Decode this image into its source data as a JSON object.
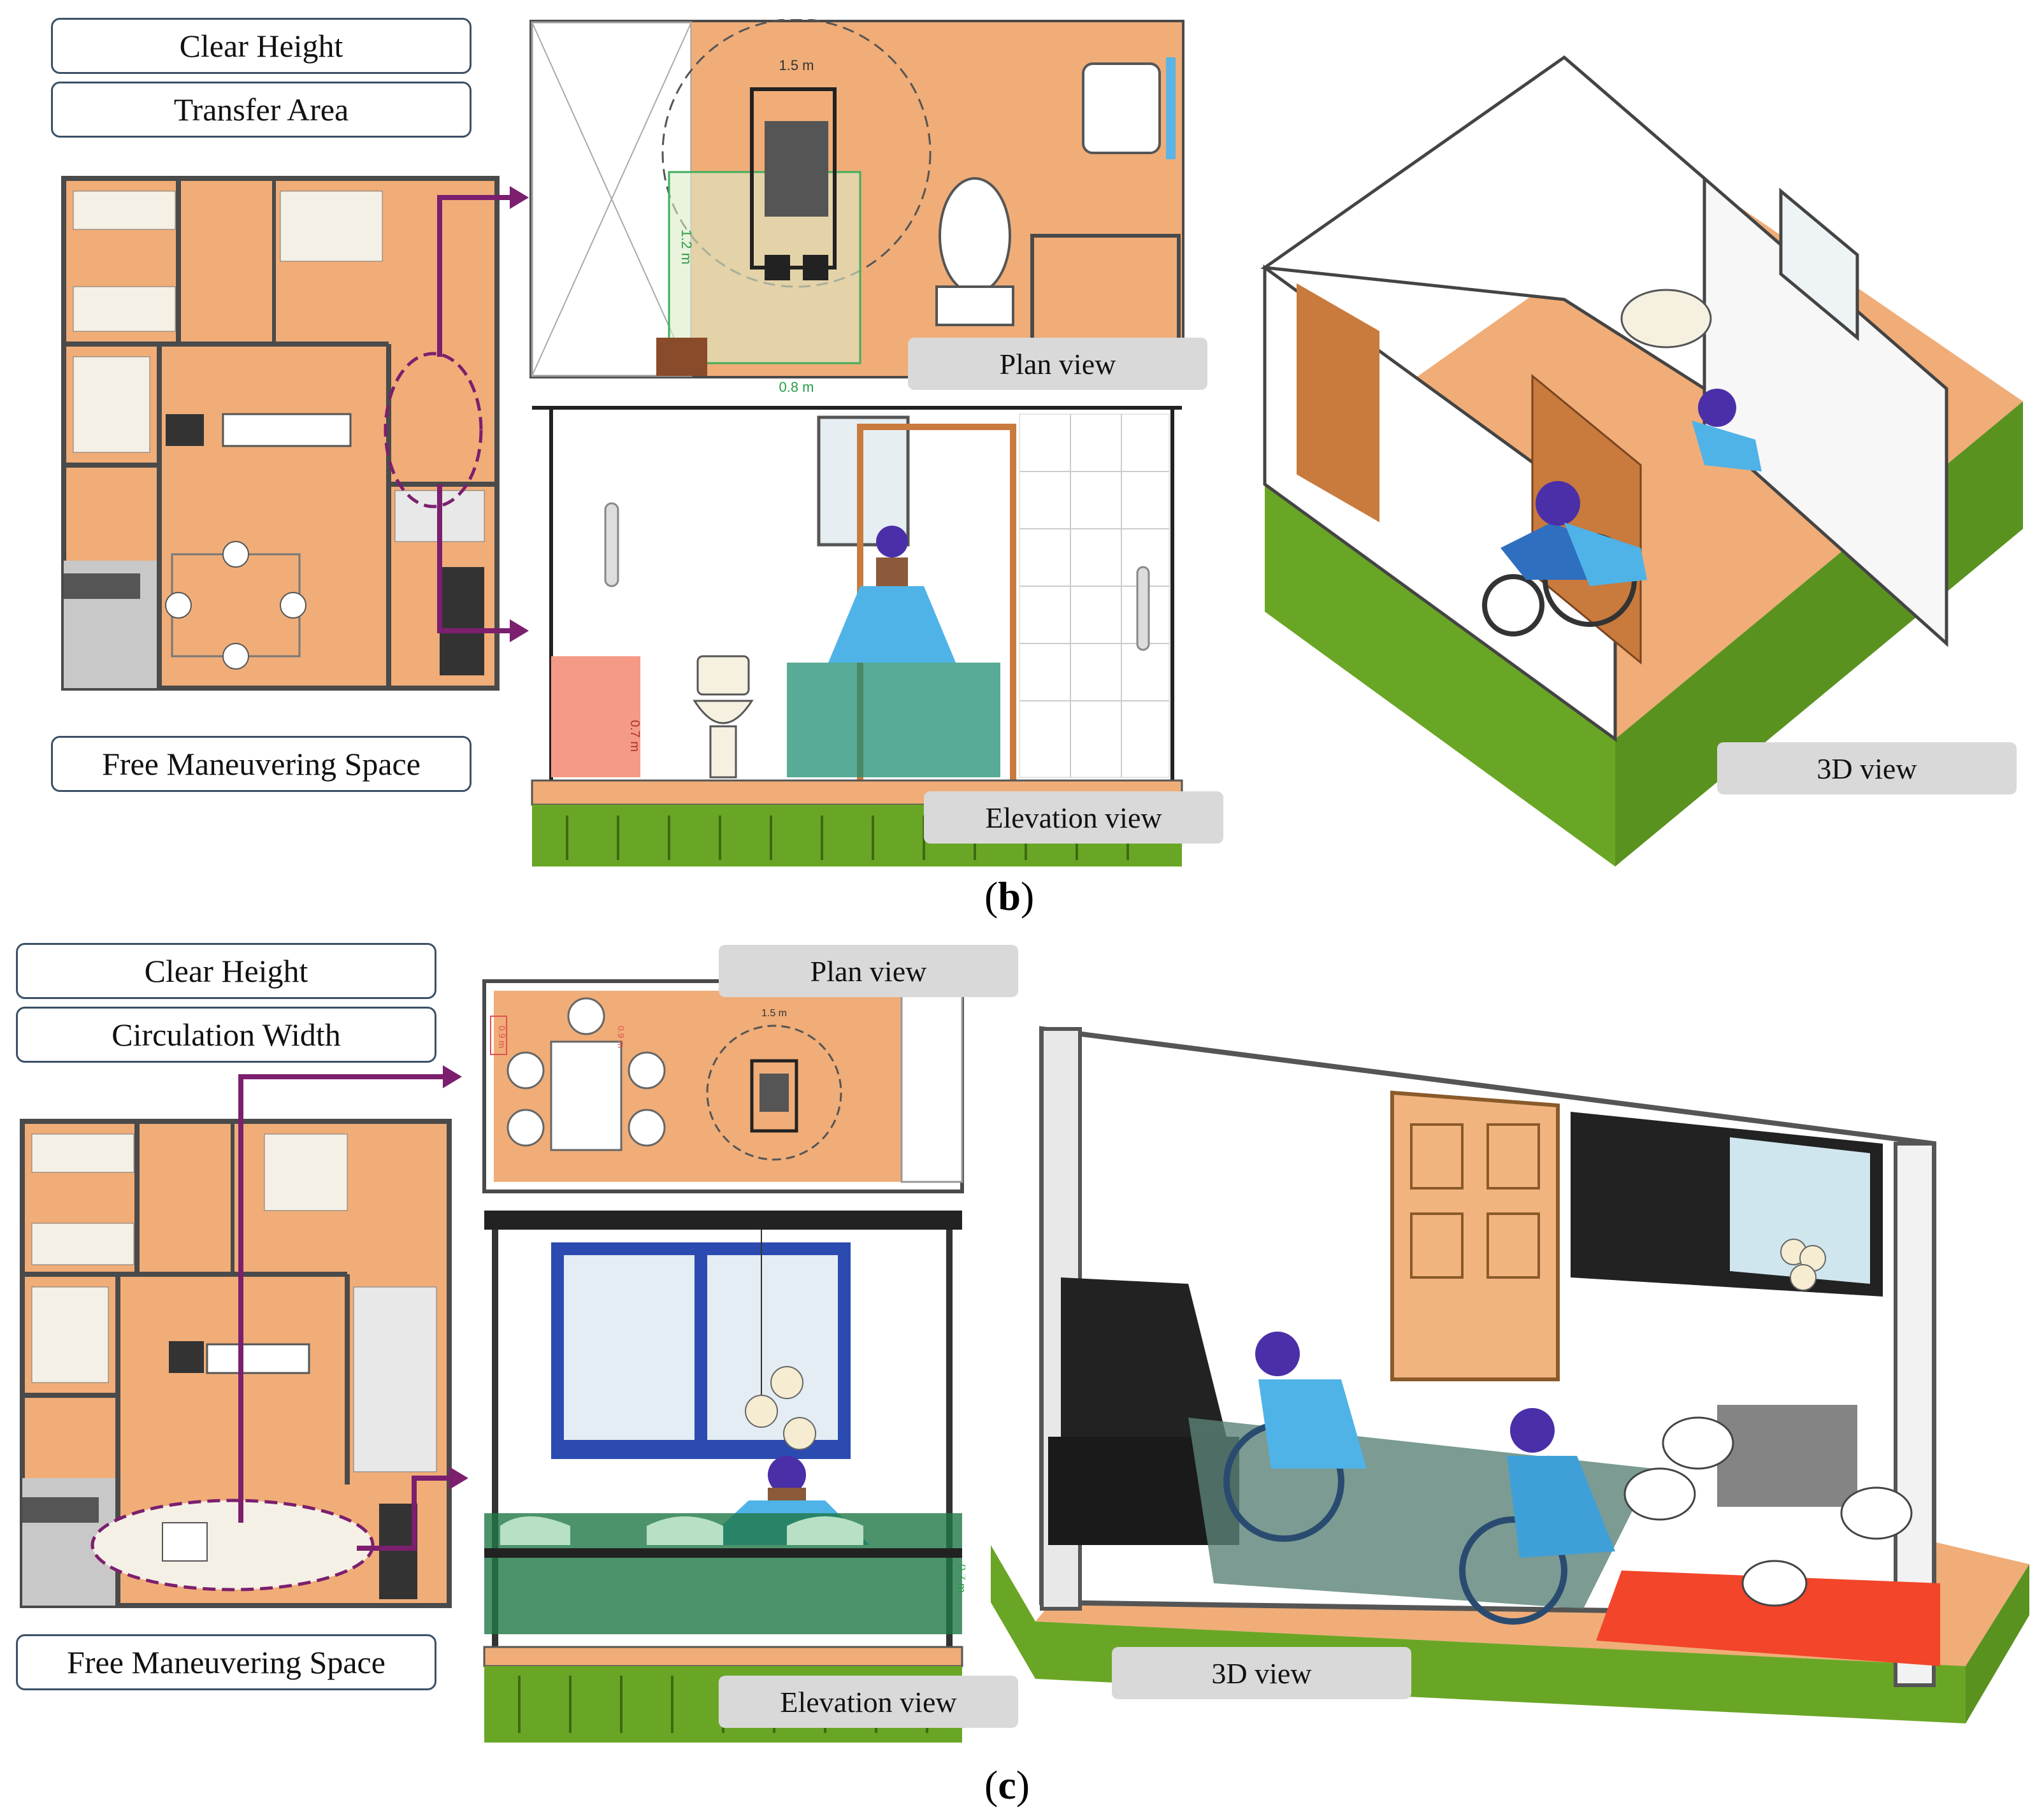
{
  "panel_b": {
    "letter_open": "(",
    "letter": "b",
    "letter_close": ")",
    "labels": {
      "clear_height": "Clear Height",
      "transfer_area": "Transfer Area",
      "free_space": "Free Maneuvering Space"
    },
    "views": {
      "plan": "Plan view",
      "elevation": "Elevation view",
      "three_d": "3D view"
    },
    "dims": {
      "turn": "1.5 m",
      "depth": "1.2 m",
      "width": "0.8 m",
      "height": "0.7 m"
    }
  },
  "panel_c": {
    "letter_open": "(",
    "letter": "c",
    "letter_close": ")",
    "labels": {
      "clear_height": "Clear Height",
      "circulation_width": "Circulation Width",
      "free_space": "Free Maneuvering Space"
    },
    "views": {
      "plan": "Plan view",
      "elevation": "Elevation view",
      "three_d": "3D view"
    },
    "dims": {
      "turn": "1.5 m",
      "gap_a": "0.9 m",
      "gap_b": "0.9 m",
      "height": "0.7 m"
    }
  },
  "colors": {
    "floor": "#f0ad78",
    "wall": "#4a4a4a",
    "arrow": "#7b1f6e",
    "grass": "#6aa625",
    "teal_zone": "#1f8f74",
    "pink_zone": "#f59a86",
    "red_zone": "#f2452a"
  },
  "icons": [
    "floor-plan-icon",
    "wheelchair-icon",
    "toilet-icon",
    "sofa-icon",
    "window-icon",
    "door-icon"
  ]
}
